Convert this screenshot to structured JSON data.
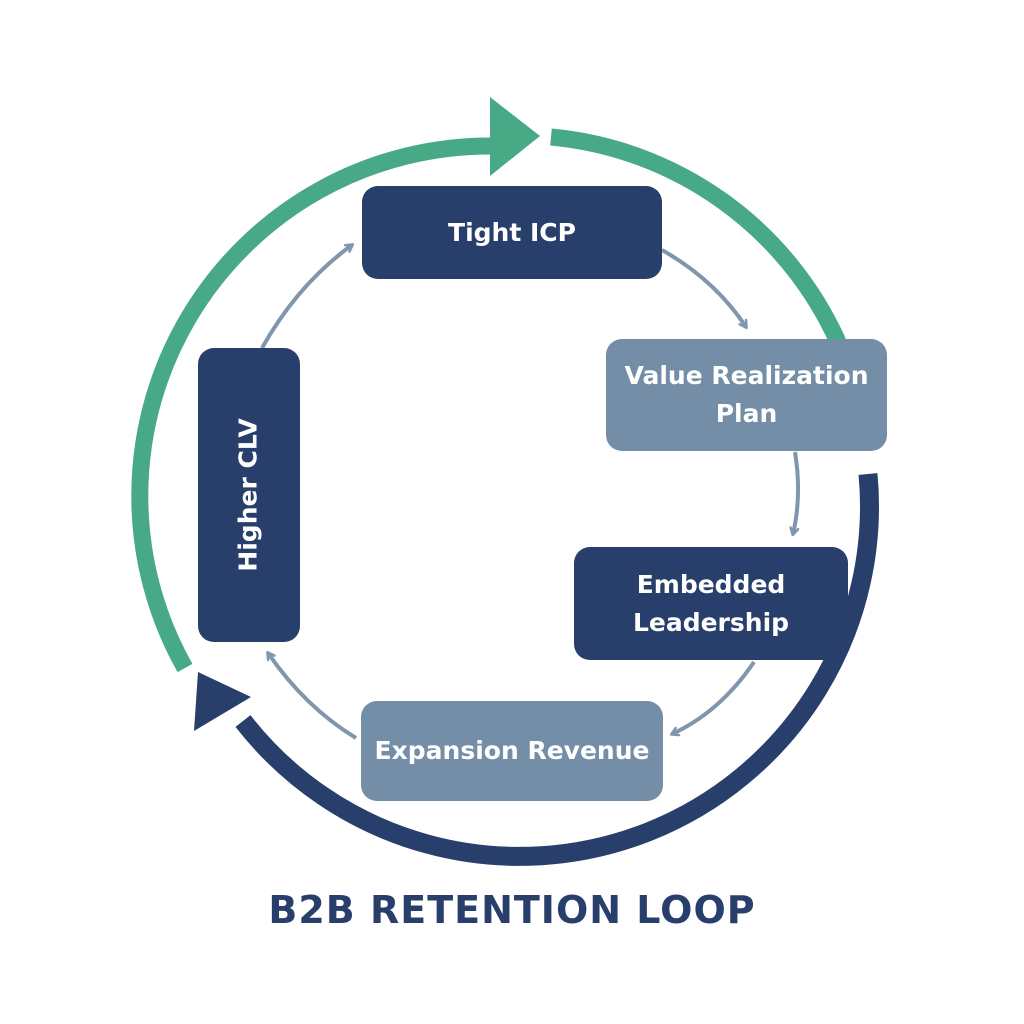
{
  "title": "B2B RETENTION LOOP",
  "nodes": {
    "tight_icp": "Tight ICP",
    "value_realization_plan": "Value Realization Plan",
    "embedded_leadership": "Embedded Leadership",
    "expansion_revenue": "Expansion Revenue",
    "higher_clv": "Higher CLV"
  },
  "colors": {
    "outer_green": "#47a986",
    "outer_navy": "#283e6b",
    "dark_box": "#283e6b",
    "light_box": "#748ea8",
    "inner_arrow": "#7f96ad",
    "title_text": "#283e6b"
  }
}
